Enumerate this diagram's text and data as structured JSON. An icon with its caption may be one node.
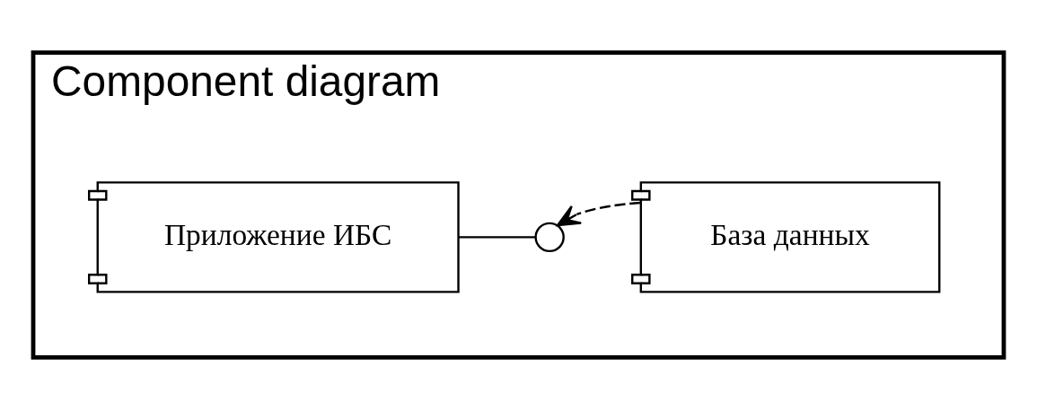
{
  "diagram": {
    "nodes": [
      {
        "text": [
          "Component diagram"
        ]
      },
      {
        "text": [
          "Приложение ИБС"
        ],
        "in": 0
      },
      {
        "text": [],
        "shape": "circle",
        "in": 0
      },
      {
        "text": [
          "База данных"
        ],
        "in": 0
      }
    ],
    "edges": [
      {
        "from": 1,
        "to": 2,
        "arrow": "none"
      },
      {
        "from": 3,
        "to": 2,
        "arrow": "to",
        "style": "dashed"
      }
    ]
  }
}
